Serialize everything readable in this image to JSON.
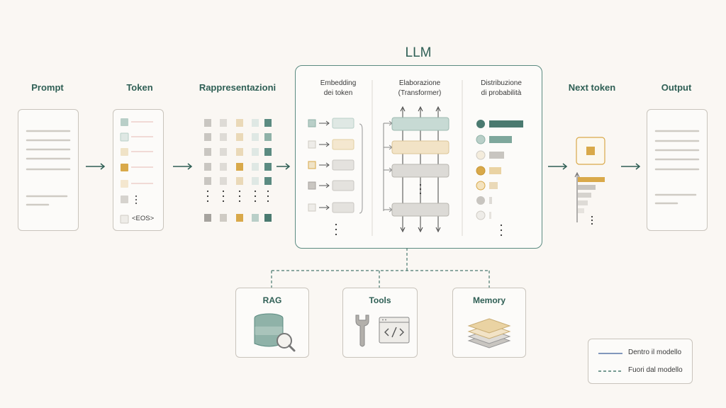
{
  "colors": {
    "teal_dark": "#4a7a70",
    "teal_light": "#b9cfc8",
    "sand": "#ead9b8",
    "gold": "#d9a94a",
    "gray": "#c8c5c0",
    "text_heading": "#2f5f55"
  },
  "stages": {
    "prompt": "Prompt",
    "token": "Token",
    "representations": "Rappresentazioni",
    "llm": "LLM",
    "next_token": "Next token",
    "output": "Output"
  },
  "llm_sections": {
    "embedding": [
      "Embedding",
      "dei token"
    ],
    "processing": [
      "Elaborazione",
      "(Transformer)"
    ],
    "distribution": [
      "Distribuzione",
      "di probabilità"
    ]
  },
  "token_list": {
    "eos_label": "<EOS>"
  },
  "tools": {
    "rag": "RAG",
    "tools": "Tools",
    "memory": "Memory"
  },
  "legend": {
    "inside": "Dentro il modello",
    "outside": "Fuori dal modello"
  },
  "icons": [
    "arrow-right-icon",
    "database-search-icon",
    "wrench-icon",
    "code-window-icon",
    "memory-layers-icon"
  ]
}
